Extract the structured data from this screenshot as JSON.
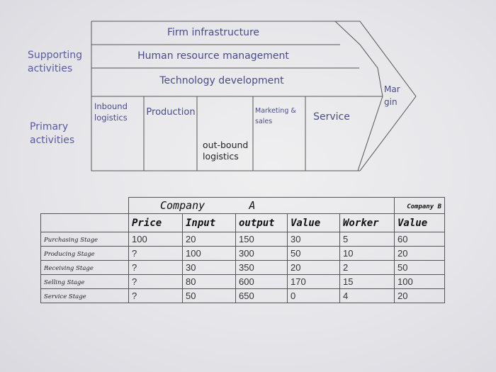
{
  "value_chain": {
    "side_labels": {
      "supporting": "Supporting activities",
      "primary": "Primary activities"
    },
    "support_activities": [
      "Firm infrastructure",
      "Human resource management",
      "Technology development"
    ],
    "primary_activities": {
      "inbound": "Inbound logistics",
      "production": "Production",
      "outbound": "out-bound logistics",
      "marketing": "Marketing & sales",
      "service": "Service"
    },
    "margin": "Mar gin"
  },
  "table": {
    "company_a": "Company",
    "company_a_letter": "A",
    "company_b": "Company B",
    "columns": [
      "Price",
      "Input",
      "output",
      "Value",
      "Worker",
      "Value"
    ],
    "rows": [
      {
        "label": "Purchasing Stage",
        "cells": [
          "100",
          "20",
          "150",
          "30",
          "5",
          "60"
        ]
      },
      {
        "label": "Producing Stage",
        "cells": [
          "?",
          "100",
          "300",
          "50",
          "10",
          "20"
        ]
      },
      {
        "label": "Receiving Stage",
        "cells": [
          "?",
          "30",
          "350",
          "20",
          "2",
          "50"
        ]
      },
      {
        "label": "Selling Stage",
        "cells": [
          "?",
          "80",
          "600",
          "170",
          "15",
          "100"
        ]
      },
      {
        "label": "Service Stage",
        "cells": [
          "?",
          "50",
          "650",
          "0",
          "4",
          "20"
        ]
      }
    ]
  }
}
